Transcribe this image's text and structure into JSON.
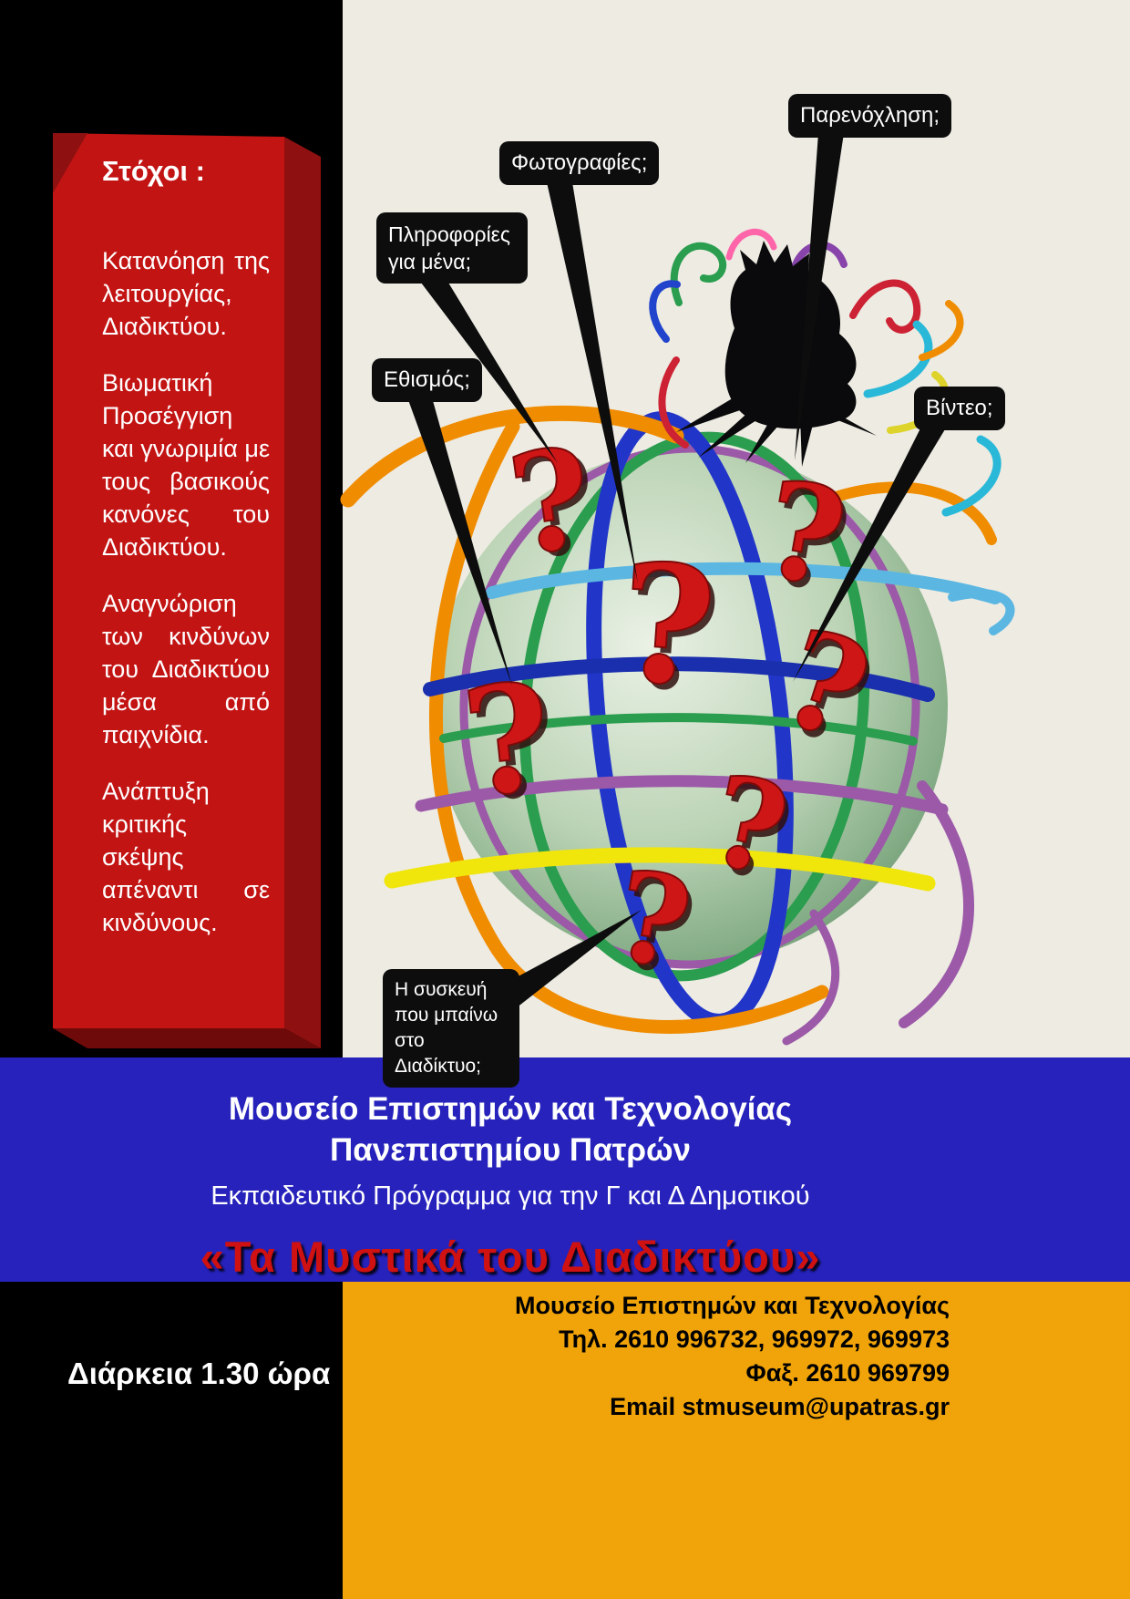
{
  "art": {
    "question_mark": "?"
  },
  "goals": {
    "heading": "Στόχοι :",
    "paragraphs": [
      "Κατανόηση της λειτουργίας, Διαδικτύου.",
      "Βιωματική Προσέγγιση και γνωριμία με τους βασικούς κανόνες του Διαδικτύου.",
      "Αναγνώριση των  κινδύνων του Διαδικτύου μέσα από παιχνίδια.",
      "Ανάπτυξη κριτικής σκέψης απέναντι σε κινδύνους."
    ]
  },
  "callouts": {
    "harassment": "Παρενόχληση;",
    "photos": "Φωτογραφίες;",
    "personal_info": "Πληροφορίες για μένα;",
    "addiction": "Εθισμός;",
    "video": "Βίντεο;",
    "device": "Η συσκευή που μπαίνω  στο Διαδίκτυο;"
  },
  "banner": {
    "museum_line1": "Μουσείο  Επιστημών και Τεχνολογίας",
    "museum_line2": "Πανεπιστημίου Πατρών",
    "program": "Εκπαιδευτικό Πρόγραμμα για την Γ και Δ Δημοτικού",
    "title": "«Τα Μυστικά του Διαδικτύου»"
  },
  "footer": {
    "duration": "Διάρκεια  1.30 ώρα",
    "contact": [
      "Μουσείο Επιστημών και Τεχνολογίας",
      "Τηλ. 2610 996732, 969972, 969973",
      "Φαξ. 2610 969799",
      "Email stmuseum@upatras.gr"
    ]
  },
  "colors": {
    "panel_red": "#c31414",
    "band_blue": "#2622bb",
    "footer_orange": "#f0a409",
    "title_red": "#d01111",
    "question_red": "#cf1616"
  }
}
